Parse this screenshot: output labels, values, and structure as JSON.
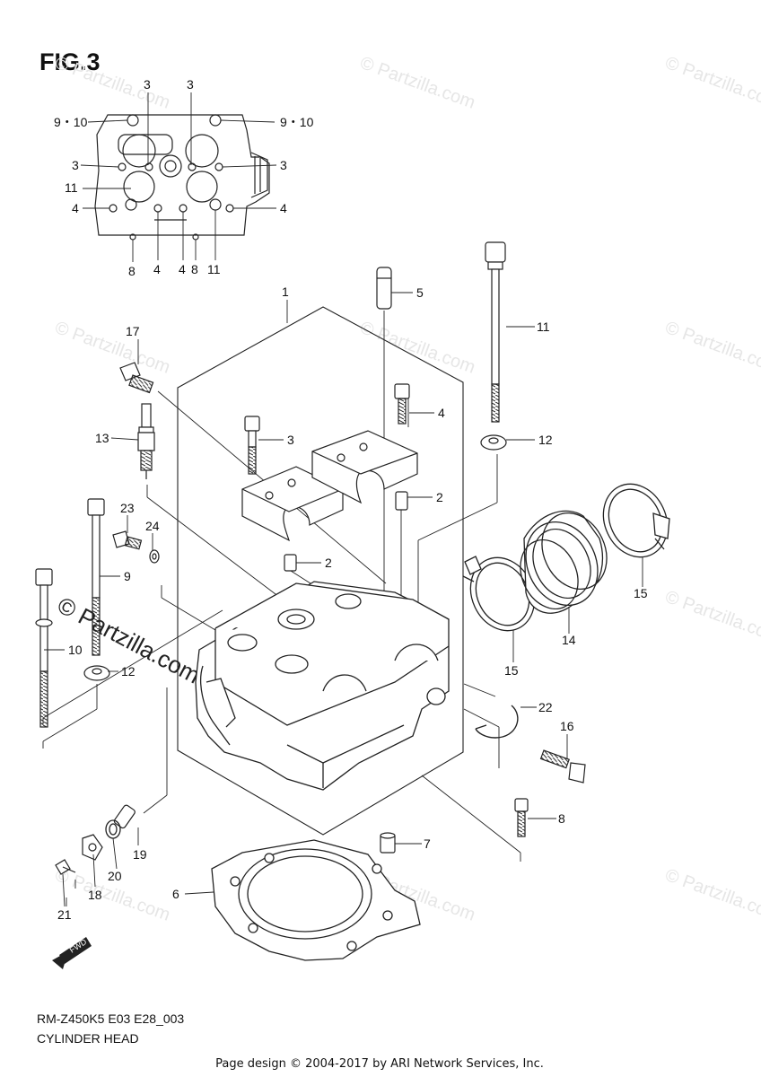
{
  "figure": {
    "title": "FIG.3",
    "model_code": "RM-Z450K5 E03 E28_003",
    "section_name": "CYLINDER HEAD",
    "page_credit": "Page design © 2004-2017 by ARI Network Services, Inc.",
    "fwd_label": "FWD"
  },
  "watermark": {
    "text": "© Partzilla.com",
    "big_text": "© Partzilla.com"
  },
  "top_view_callouts": {
    "left_9_10": "9・10",
    "right_9_10": "9・10",
    "top_3_a": "3",
    "top_3_b": "3",
    "left_3": "3",
    "right_3": "3",
    "left_11": "11",
    "left_4": "4",
    "right_4": "4",
    "bottom_8_a": "8",
    "bottom_4_a": "4",
    "bottom_4_b": "4",
    "bottom_8_b": "8",
    "bottom_11": "11"
  },
  "callouts": {
    "c1": "1",
    "c2a": "2",
    "c2b": "2",
    "c3": "3",
    "c4": "4",
    "c5": "5",
    "c6": "6",
    "c7": "7",
    "c8": "8",
    "c9": "9",
    "c10": "10",
    "c11": "11",
    "c12a": "12",
    "c12b": "12",
    "c13": "13",
    "c14": "14",
    "c15a": "15",
    "c15b": "15",
    "c16": "16",
    "c17": "17",
    "c18": "18",
    "c19": "19",
    "c20": "20",
    "c21": "21",
    "c22": "22",
    "c23": "23",
    "c24": "24"
  }
}
